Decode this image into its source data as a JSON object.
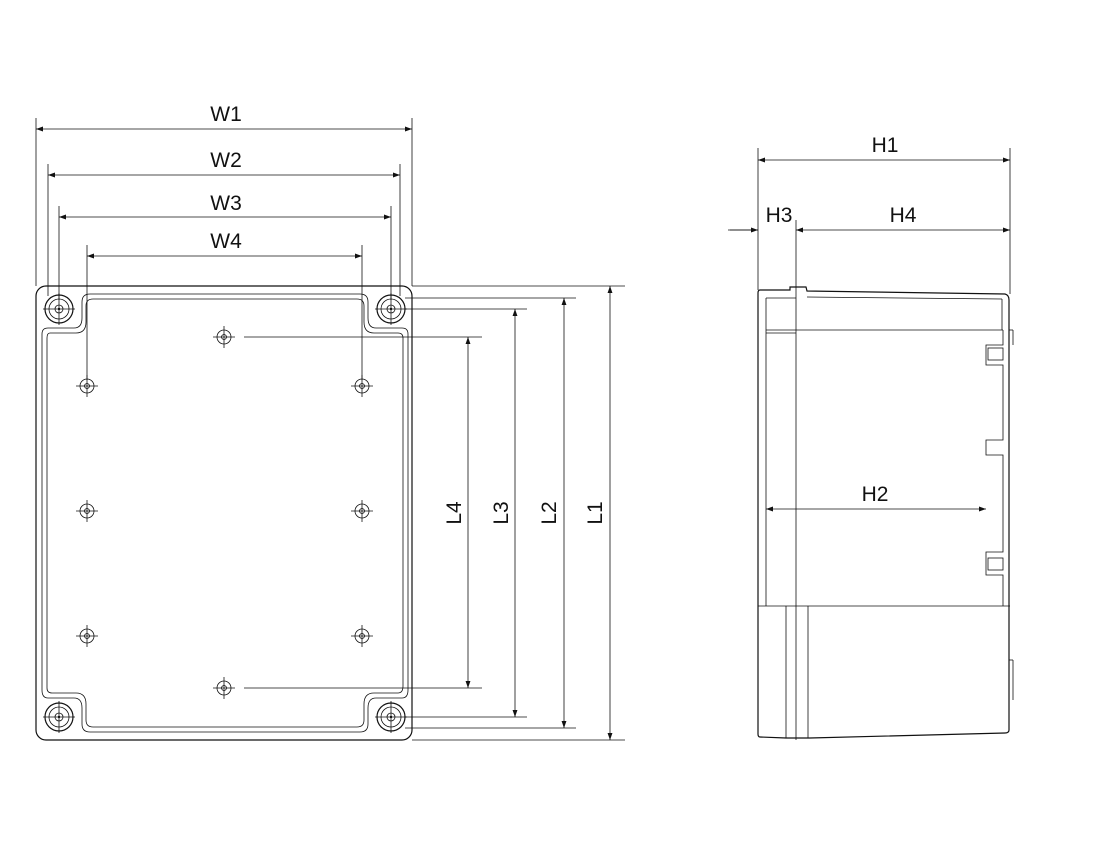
{
  "front_view": {
    "width_labels": [
      "W1",
      "W2",
      "W3",
      "W4"
    ],
    "length_labels": [
      "L1",
      "L2",
      "L3",
      "L4"
    ]
  },
  "side_view": {
    "height_labels": {
      "h1": "H1",
      "h2": "H2",
      "h3": "H3",
      "h4": "H4"
    }
  }
}
